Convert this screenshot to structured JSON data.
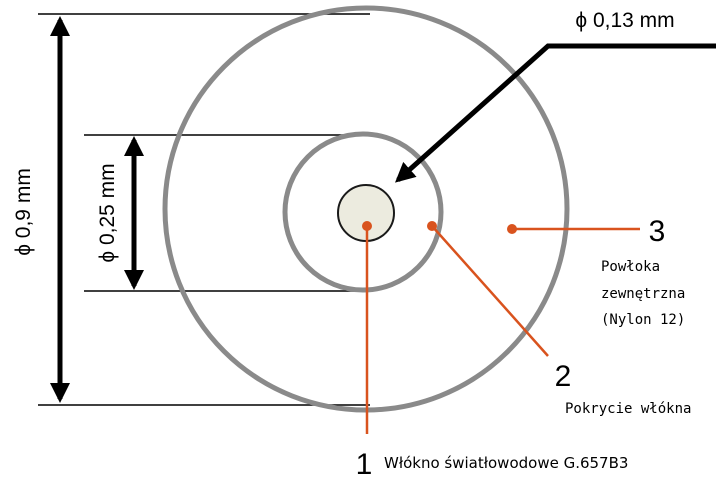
{
  "dimensions": {
    "outer": "ϕ 0,9 mm",
    "coating": "ϕ 0,25 mm",
    "core": "ϕ 0,13 mm"
  },
  "layers": [
    {
      "number": "1",
      "name": "Włókno światłowodowe G.657B3"
    },
    {
      "number": "2",
      "name": "Pokrycie włókna"
    },
    {
      "number": "3",
      "name_line1": "Powłoka",
      "name_line2": "zewnętrzna",
      "name_line3": "(Nylon 12)"
    }
  ],
  "colors": {
    "ring": "#8a8a8a",
    "leader": "#d9531e",
    "core_fill": "#ecebdf"
  }
}
